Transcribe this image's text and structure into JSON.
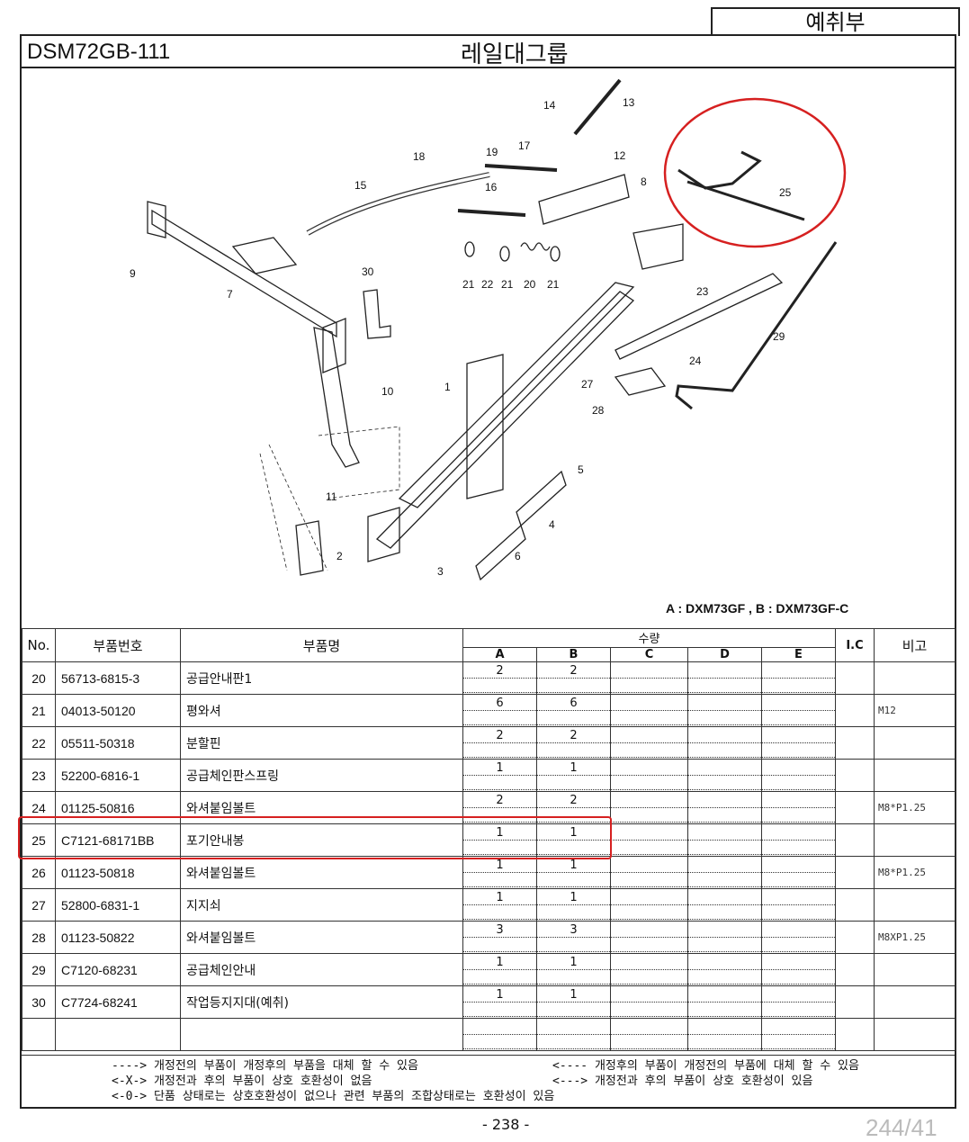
{
  "section": "예취부",
  "model_code": "DSM72GB-111",
  "group_title": "레일대그룹",
  "variant_note": "A : DXM73GF , B : DXM73GF-C",
  "diagram_callouts": [
    "1",
    "2",
    "3",
    "4",
    "5",
    "6",
    "7",
    "8",
    "9",
    "10",
    "11",
    "12",
    "13",
    "14",
    "15",
    "16",
    "17",
    "18",
    "19",
    "20",
    "21",
    "22",
    "21",
    "21",
    "23",
    "24",
    "25",
    "27",
    "28",
    "29",
    "30"
  ],
  "table": {
    "headers": {
      "no": "No.",
      "part_no": "부품번호",
      "name": "부품명",
      "qty": "수량",
      "qty_cols": [
        "A",
        "B",
        "C",
        "D",
        "E"
      ],
      "ic": "I.C",
      "remark": "비고"
    },
    "rows": [
      {
        "no": "20",
        "part_no": "56713-6815-3",
        "name": "공급안내판1",
        "a": "2",
        "b": "2",
        "remark": ""
      },
      {
        "no": "21",
        "part_no": "04013-50120",
        "name": "평와셔",
        "a": "6",
        "b": "6",
        "remark": "M12"
      },
      {
        "no": "22",
        "part_no": "05511-50318",
        "name": "분할핀",
        "a": "2",
        "b": "2",
        "remark": ""
      },
      {
        "no": "23",
        "part_no": "52200-6816-1",
        "name": "공급체인판스프링",
        "a": "1",
        "b": "1",
        "remark": ""
      },
      {
        "no": "24",
        "part_no": "01125-50816",
        "name": "와셔붙임볼트",
        "a": "2",
        "b": "2",
        "remark": "M8*P1.25"
      },
      {
        "no": "25",
        "part_no": "C7121-68171BB",
        "name": "포기안내봉",
        "a": "1",
        "b": "1",
        "remark": ""
      },
      {
        "no": "26",
        "part_no": "01123-50818",
        "name": "와셔붙임볼트",
        "a": "1",
        "b": "1",
        "remark": "M8*P1.25"
      },
      {
        "no": "27",
        "part_no": "52800-6831-1",
        "name": "지지쇠",
        "a": "1",
        "b": "1",
        "remark": ""
      },
      {
        "no": "28",
        "part_no": "01123-50822",
        "name": "와셔붙임볼트",
        "a": "3",
        "b": "3",
        "remark": "M8XP1.25"
      },
      {
        "no": "29",
        "part_no": "C7120-68231",
        "name": "공급체인안내",
        "a": "1",
        "b": "1",
        "remark": ""
      },
      {
        "no": "30",
        "part_no": "C7724-68241",
        "name": "작업등지지대(예취)",
        "a": "1",
        "b": "1",
        "remark": ""
      }
    ]
  },
  "legend": {
    "line1_left": "---->  개정전의 부품이 개정후의 부품을 대체 할 수 있음",
    "line1_right": "<----  개정후의 부품이 개정전의 부품에 대체 할 수 있음",
    "line2_left": "<-X->  개정전과 후의 부품이 상호 호환성이 없음",
    "line2_right": "<--->  개정전과 후의 부품이 상호 호환성이 있음",
    "line3": "<-0->  단품 상태로는 상호호환성이 없으나 관련 부품의 조합상태로는 호환성이 있음"
  },
  "page_number": "- 238 -",
  "sheet_number": "244/41",
  "colors": {
    "highlight": "#d62020",
    "line": "#222222"
  }
}
